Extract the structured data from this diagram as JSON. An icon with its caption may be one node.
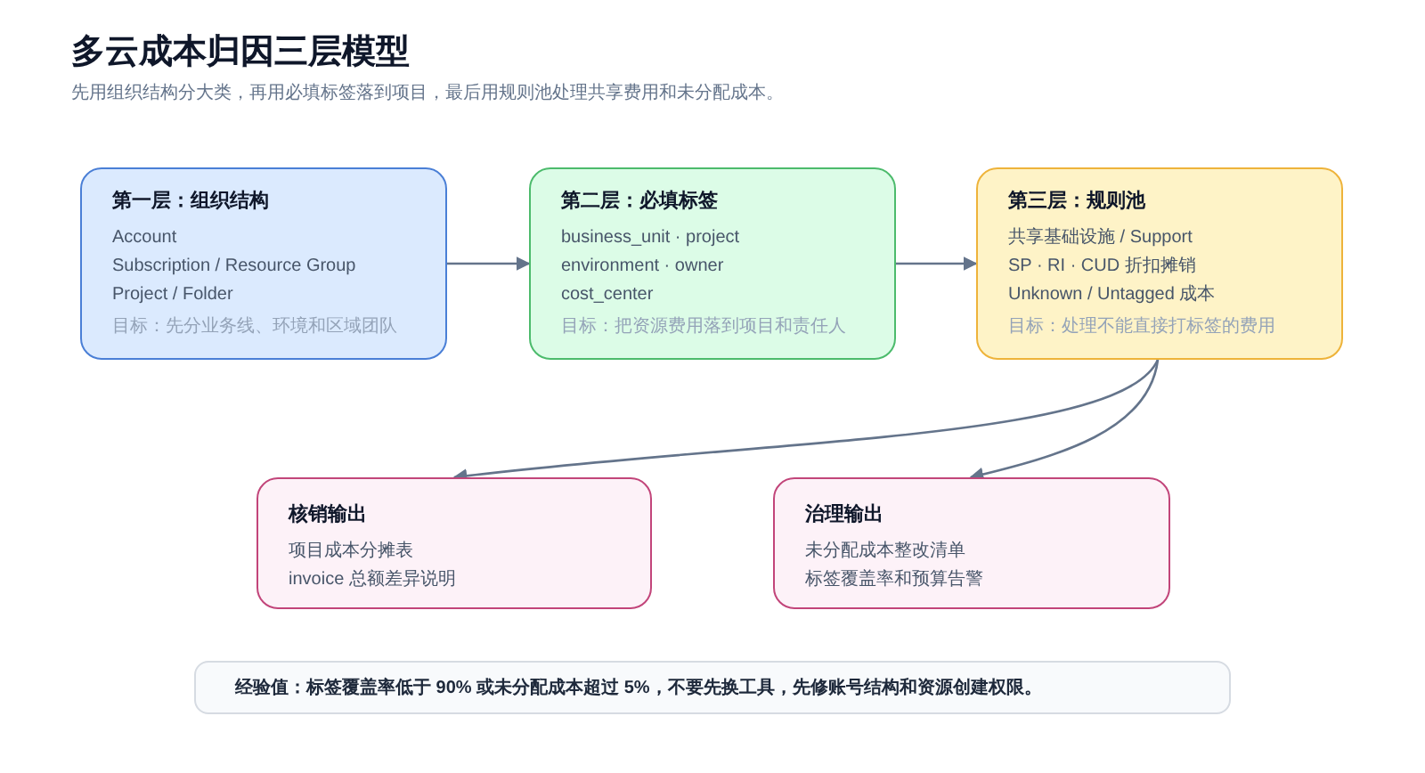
{
  "diagram": {
    "title": "多云成本归因三层模型",
    "caption": "先用组织结构分大类，再用必填标签落到项目，最后用规则池处理共享费用和未分配成本。",
    "nodes": [
      {
        "text": [
          "第一层：组织结构",
          "Account",
          "Subscription / Resource Group",
          "Project / Folder",
          "目标：先分业务线、环境和区域团队"
        ]
      },
      {
        "text": [
          "第二层：必填标签",
          "business_unit · project",
          "environment · owner",
          "cost_center",
          "目标：把资源费用落到项目和责任人"
        ]
      },
      {
        "text": [
          "第三层：规则池",
          "共享基础设施 / Support",
          "SP · RI · CUD 折扣摊销",
          "Unknown / Untagged 成本",
          "目标：处理不能直接打标签的费用"
        ]
      },
      {
        "text": [
          "核销输出",
          "项目成本分摊表",
          "invoice 总额差异说明"
        ]
      },
      {
        "text": [
          "治理输出",
          "未分配成本整改清单",
          "标签覆盖率和预算告警"
        ]
      },
      {
        "text": [
          "经验值：标签覆盖率低于 90% 或未分配成本超过 5%，不要先换工具，先修账号结构和资源创建权限。"
        ]
      }
    ],
    "edges": [
      {
        "from": 0,
        "to": 1,
        "arrow": "to"
      },
      {
        "from": 1,
        "to": 2,
        "arrow": "to"
      },
      {
        "from": 2,
        "to": 3,
        "arrow": "to"
      },
      {
        "from": 2,
        "to": 4,
        "arrow": "to"
      }
    ]
  }
}
